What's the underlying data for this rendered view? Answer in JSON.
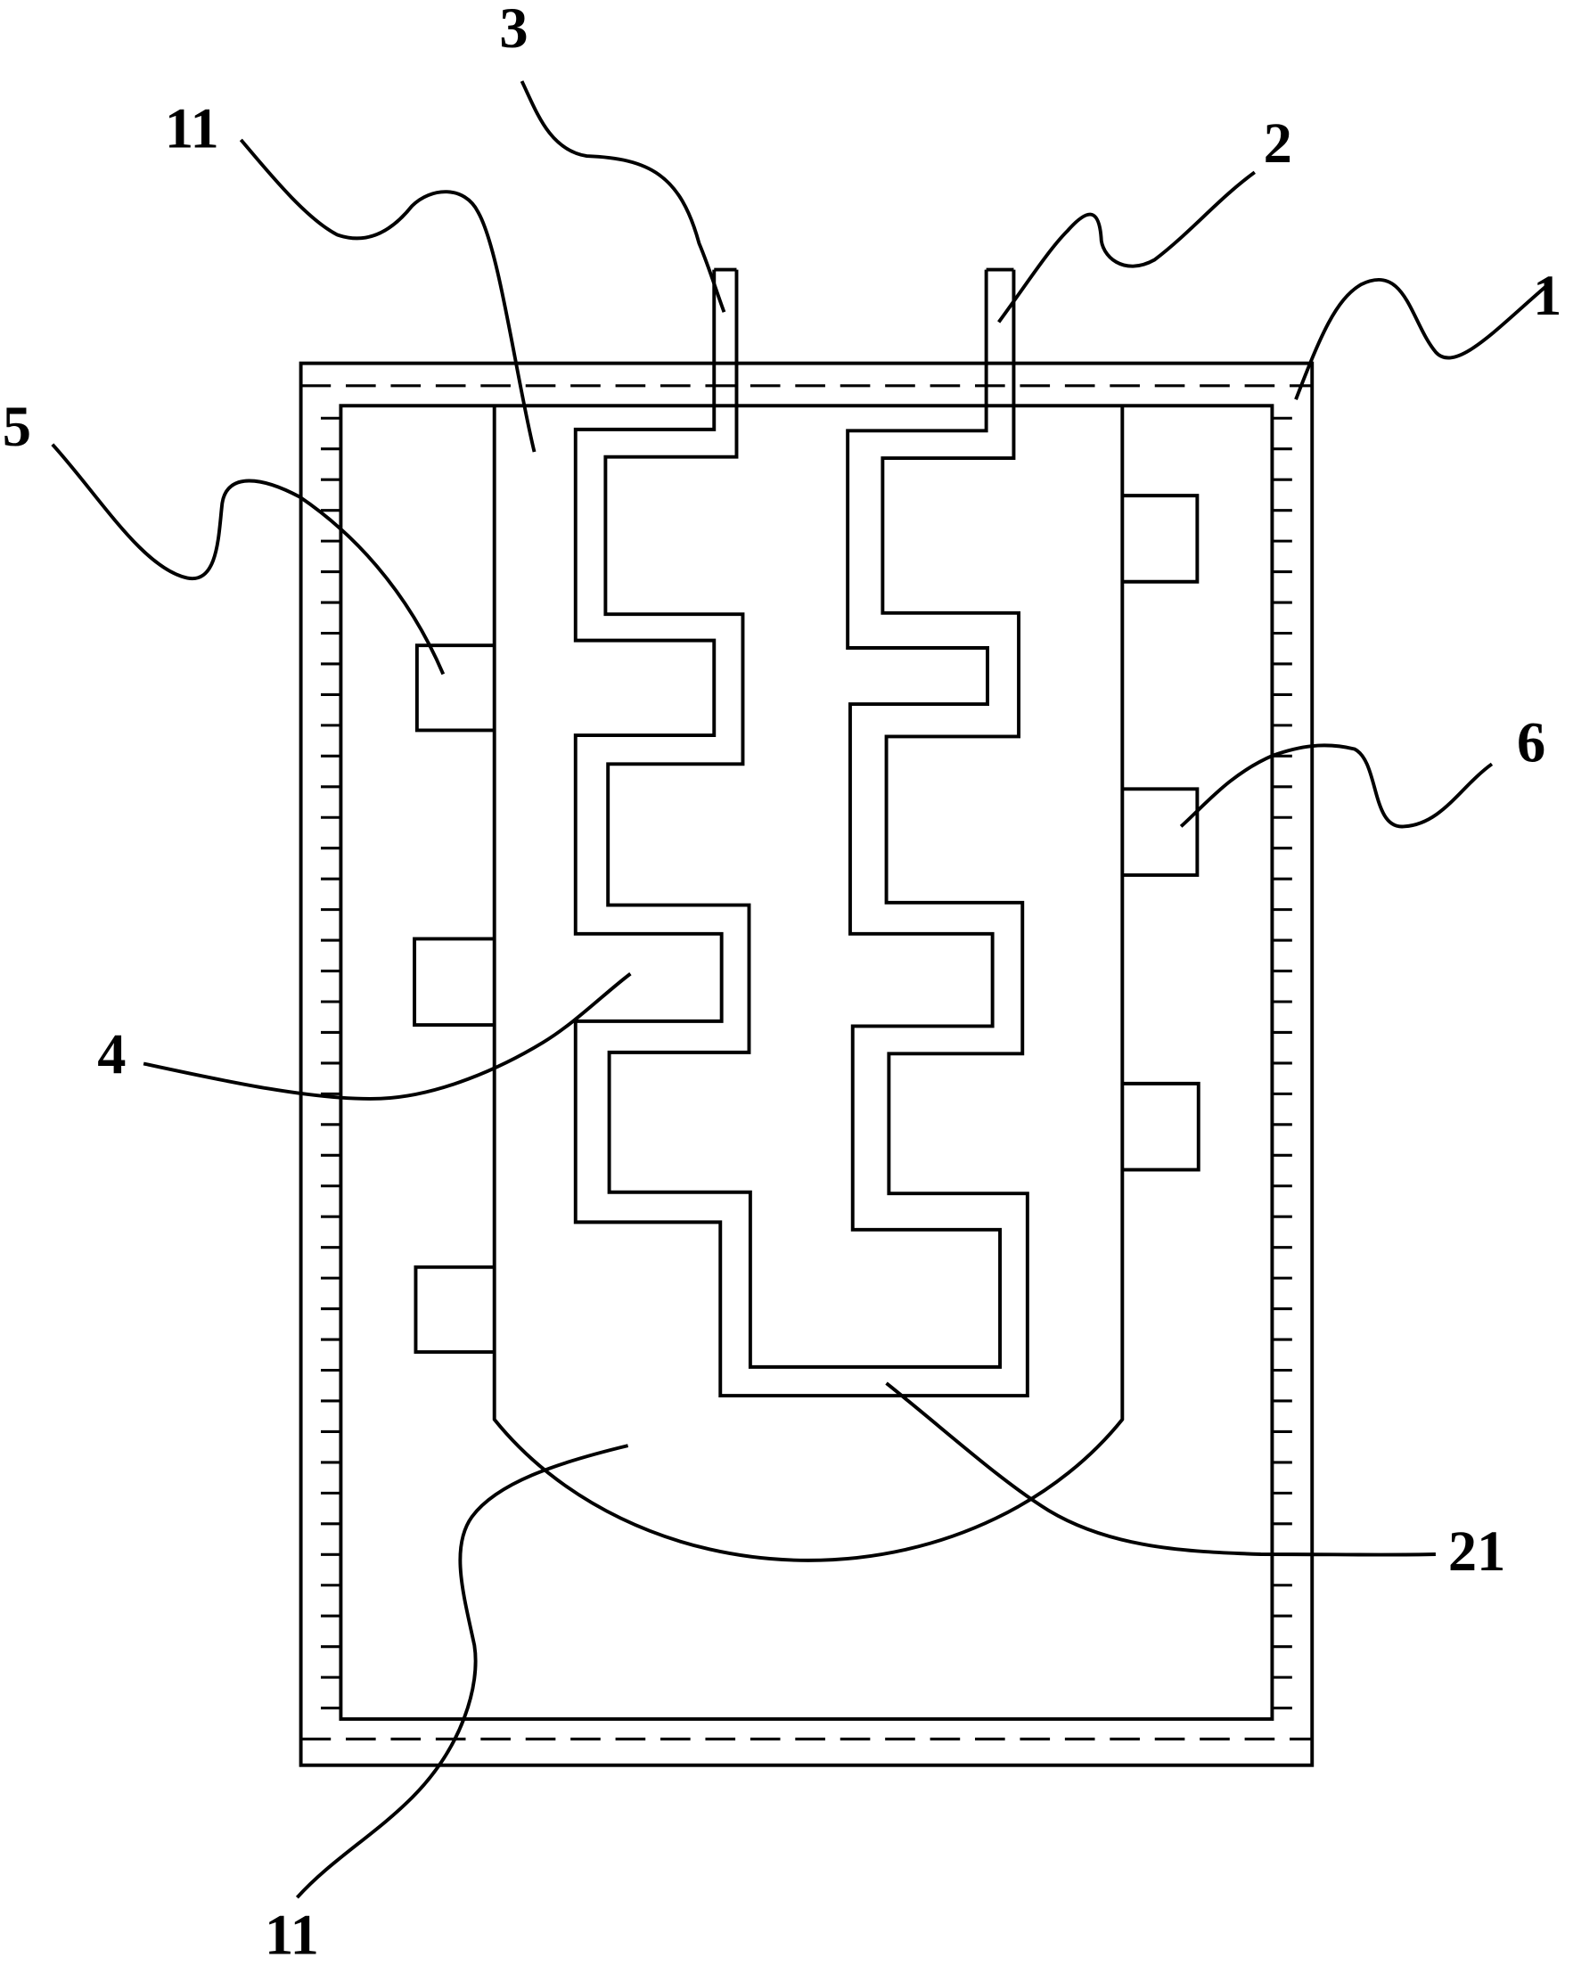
{
  "labels": {
    "l1": "1",
    "l2": "2",
    "l3": "3",
    "l4": "4",
    "l5": "5",
    "l6": "6",
    "l11_top": "11",
    "l11_bottom": "11",
    "l21": "21"
  }
}
